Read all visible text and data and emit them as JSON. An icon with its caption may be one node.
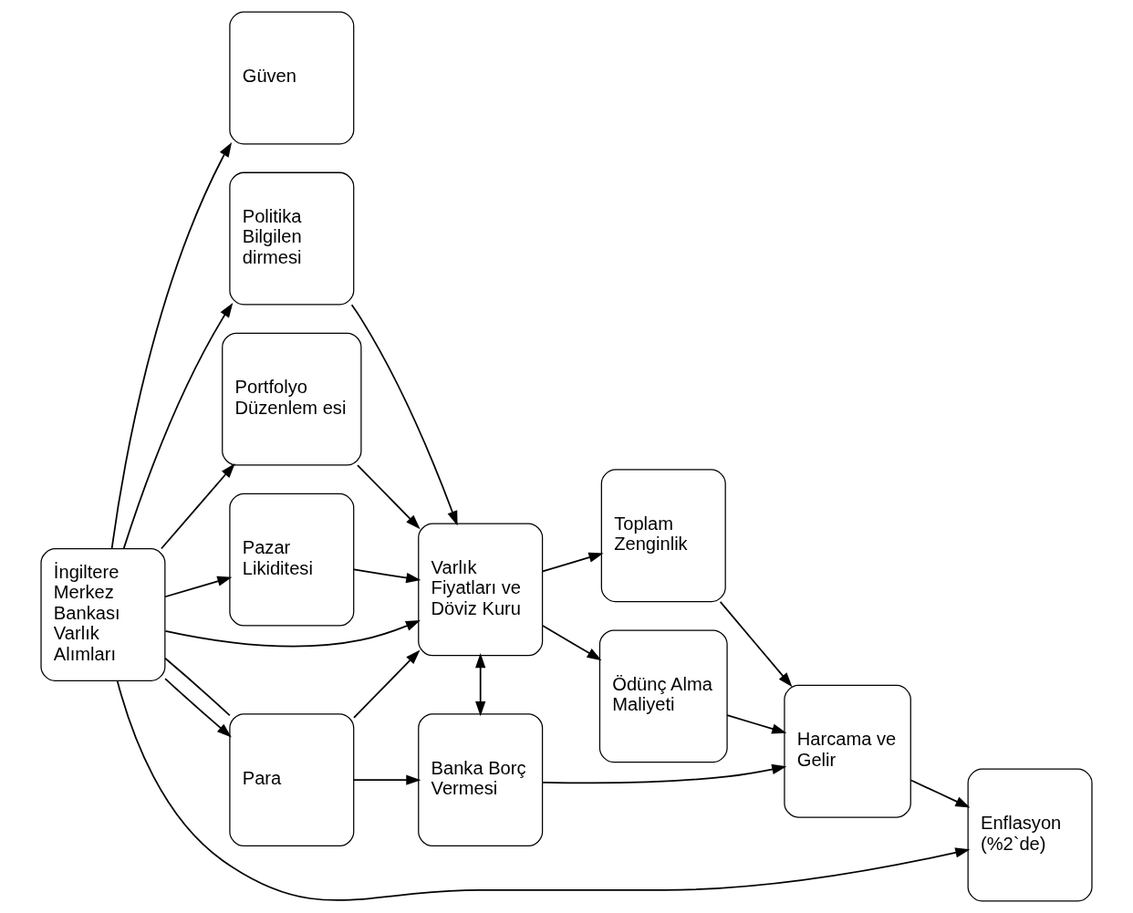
{
  "diagram": {
    "nodes": [
      {
        "text": [
          "İngiltere Merkez Bankası Varlık Alımları"
        ]
      },
      {
        "text": [
          "Güven"
        ]
      },
      {
        "text": [
          "Politika Bilgilen dirmesi"
        ]
      },
      {
        "text": [
          "Portfolyo Düzenlem esi"
        ]
      },
      {
        "text": [
          "Pazar Likiditesi"
        ]
      },
      {
        "text": [
          "Para"
        ]
      },
      {
        "text": [
          "Varlık Fiyatları ve Döviz Kuru"
        ]
      },
      {
        "text": [
          "Banka Borç Vermesi"
        ]
      },
      {
        "text": [
          "Toplam Zenginlik"
        ]
      },
      {
        "text": [
          "Ödünç Alma Maliyeti"
        ]
      },
      {
        "text": [
          "Harcama ve Gelir"
        ]
      },
      {
        "text": [
          "Enflasyon (%2`de)"
        ]
      }
    ],
    "edges": [
      {
        "from": 0,
        "to": 1,
        "arrow": "to"
      },
      {
        "from": 0,
        "to": 2,
        "arrow": "to"
      },
      {
        "from": 0,
        "to": 3,
        "arrow": "to"
      },
      {
        "from": 0,
        "to": 4,
        "arrow": "to"
      },
      {
        "from": 0,
        "to": 5,
        "arrow": "to"
      },
      {
        "from": 0,
        "to": 5,
        "arrow": "none"
      },
      {
        "from": 0,
        "to": 6,
        "arrow": "to"
      },
      {
        "from": 0,
        "to": 11,
        "arrow": "to"
      },
      {
        "from": 2,
        "to": 6,
        "arrow": "to"
      },
      {
        "from": 3,
        "to": 6,
        "arrow": "to"
      },
      {
        "from": 4,
        "to": 6,
        "arrow": "to"
      },
      {
        "from": 5,
        "to": 6,
        "arrow": "to"
      },
      {
        "from": 5,
        "to": 7,
        "arrow": "to"
      },
      {
        "from": 6,
        "to": 7,
        "arrow": "both"
      },
      {
        "from": 6,
        "to": 8,
        "arrow": "to"
      },
      {
        "from": 6,
        "to": 9,
        "arrow": "to"
      },
      {
        "from": 8,
        "to": 10,
        "arrow": "to"
      },
      {
        "from": 9,
        "to": 10,
        "arrow": "to"
      },
      {
        "from": 7,
        "to": 10,
        "arrow": "to"
      },
      {
        "from": 10,
        "to": 11,
        "arrow": "to"
      }
    ]
  }
}
